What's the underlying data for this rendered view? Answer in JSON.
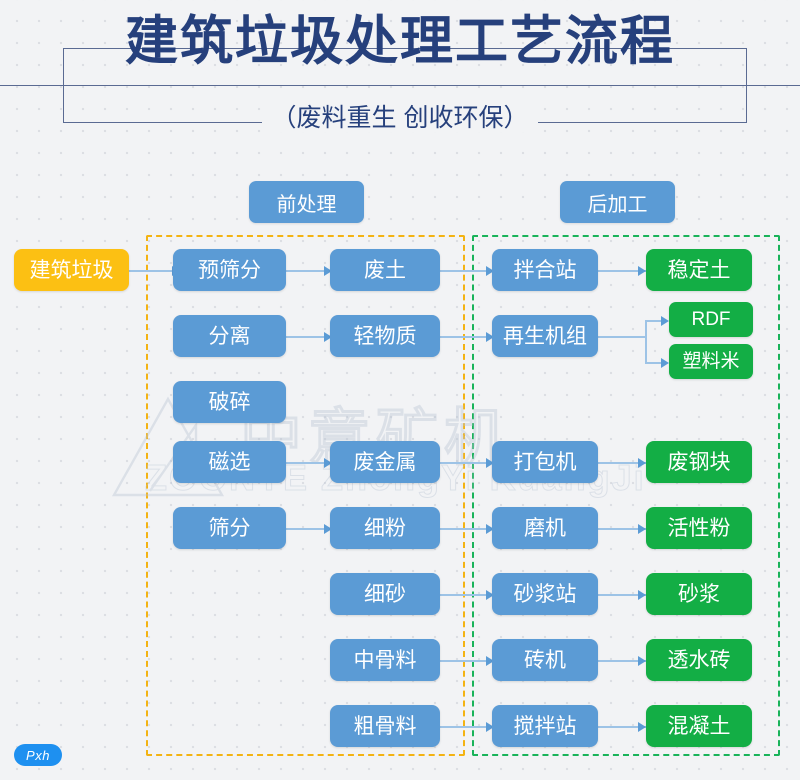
{
  "header": {
    "title": "建筑垃圾处理工艺流程",
    "subtitle": "（废料重生  创收环保）"
  },
  "sections": {
    "pre_label": "前处理",
    "post_label": "后加工"
  },
  "colors": {
    "blue": "#5b9bd5",
    "green": "#13ae45",
    "orange": "#fcc013",
    "pre_zone_border": "#f3b313",
    "post_zone_border": "#19b35a",
    "title": "#26407c",
    "connector": "#9dc3e6",
    "background": "#f2f3f5"
  },
  "source": {
    "label": "建筑垃圾"
  },
  "columns": {
    "process": [
      {
        "label": "预筛分"
      },
      {
        "label": "分离"
      },
      {
        "label": "破碎"
      },
      {
        "label": "磁选"
      },
      {
        "label": "筛分"
      }
    ],
    "material": [
      {
        "label": "废土"
      },
      {
        "label": "轻物质"
      },
      {
        "label": "废金属"
      },
      {
        "label": "细粉"
      },
      {
        "label": "细砂"
      },
      {
        "label": "中骨料"
      },
      {
        "label": "粗骨料"
      }
    ],
    "equipment": [
      {
        "label": "拌合站"
      },
      {
        "label": "再生机组"
      },
      {
        "label": "打包机"
      },
      {
        "label": "磨机"
      },
      {
        "label": "砂浆站"
      },
      {
        "label": "砖机"
      },
      {
        "label": "搅拌站"
      }
    ],
    "product": [
      {
        "label": "稳定土"
      },
      {
        "label": "RDF"
      },
      {
        "label": "塑料米"
      },
      {
        "label": "废钢块"
      },
      {
        "label": "活性粉"
      },
      {
        "label": "砂浆"
      },
      {
        "label": "透水砖"
      },
      {
        "label": "混凝土"
      }
    ]
  },
  "watermark": {
    "cn": "中意矿机",
    "en": "ZOONYE  ZhongYi KuangJi"
  },
  "badge": {
    "label": "Pxh"
  }
}
